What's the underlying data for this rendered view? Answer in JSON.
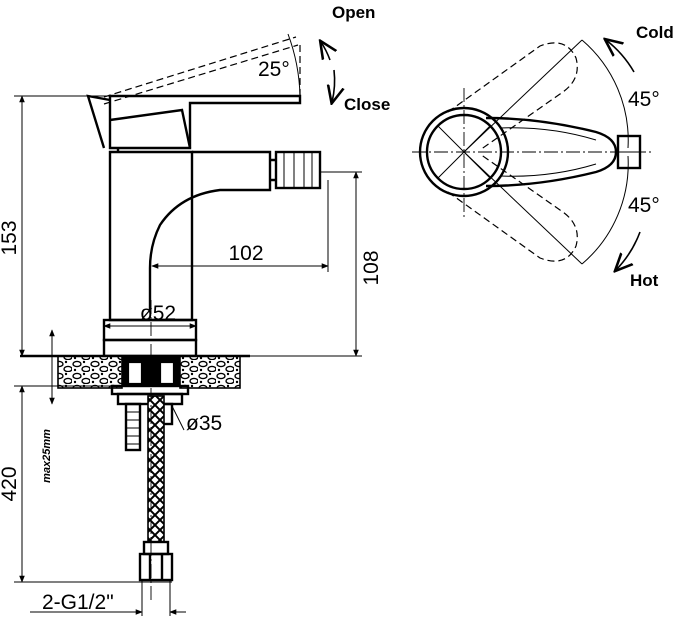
{
  "side_view": {
    "open_label": "Open",
    "close_label": "Close",
    "lever_angle": "25°",
    "height_total": "153",
    "spout_reach": "102",
    "spout_height": "108",
    "base_diameter": "ø52",
    "shank_diameter": "ø35",
    "hose_length": "420",
    "mounting_range": "max25mm",
    "connection": "2-G1/2\""
  },
  "top_view": {
    "cold_label": "Cold",
    "hot_label": "Hot",
    "cold_angle": "45°",
    "hot_angle": "45°"
  }
}
